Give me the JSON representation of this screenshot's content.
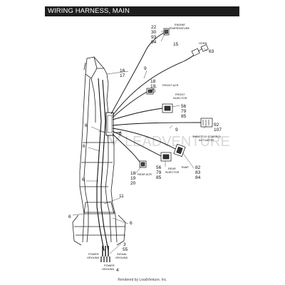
{
  "title": "WIRING HARNESS, MAIN",
  "footer": "Rendered by LeadVenture, Inc.",
  "watermark": "LEADVENTURE",
  "callouts": {
    "c_22": "22",
    "c_30": "30",
    "c_93": "93",
    "c_94": "94",
    "c_15": "15",
    "c_63": "63",
    "c_9a": "9",
    "c_16": "16",
    "c_17": "17",
    "c_18a": "18",
    "c_19a": "19",
    "c_20a": "20",
    "c_56a": "56",
    "c_79a": "79",
    "c_85a": "85",
    "c_6a": "6",
    "c_6b": "6",
    "c_6c": "6",
    "c_6d": "6",
    "c_6e": "6",
    "c_6f": "6",
    "c_9b": "9",
    "c_92": "92",
    "c_107": "107",
    "c_82": "82",
    "c_83": "83",
    "c_84": "84",
    "c_18b": "18",
    "c_19b": "19",
    "c_20b": "20",
    "c_56b": "56",
    "c_79b": "79",
    "c_85b": "85",
    "c_11": "11",
    "c_3": "3",
    "c_55": "55",
    "c_4": "4"
  },
  "captions": {
    "engine_temp_1": "ENGINE",
    "engine_temp_2": "TEMPERATURE",
    "horn": "HORN",
    "front_acr": "FRONT ACR",
    "front_injector_1": "FRONT",
    "front_injector_2": "INJECTOR",
    "throttle_1": "THROTTLE CONTROL",
    "throttle_2": "ACTUATOR",
    "tmap": "TMAP",
    "rear_injector_1": "REAR",
    "rear_injector_2": "INJECTOR",
    "rear_acr": "REAR ACR",
    "power_ground_a1": "POWER",
    "power_ground_a2": "GROUND",
    "power_ground_b1": "POWER",
    "power_ground_b2": "GROUND",
    "signal_ground_1": "SIGNAL",
    "signal_ground_2": "GROUND"
  }
}
